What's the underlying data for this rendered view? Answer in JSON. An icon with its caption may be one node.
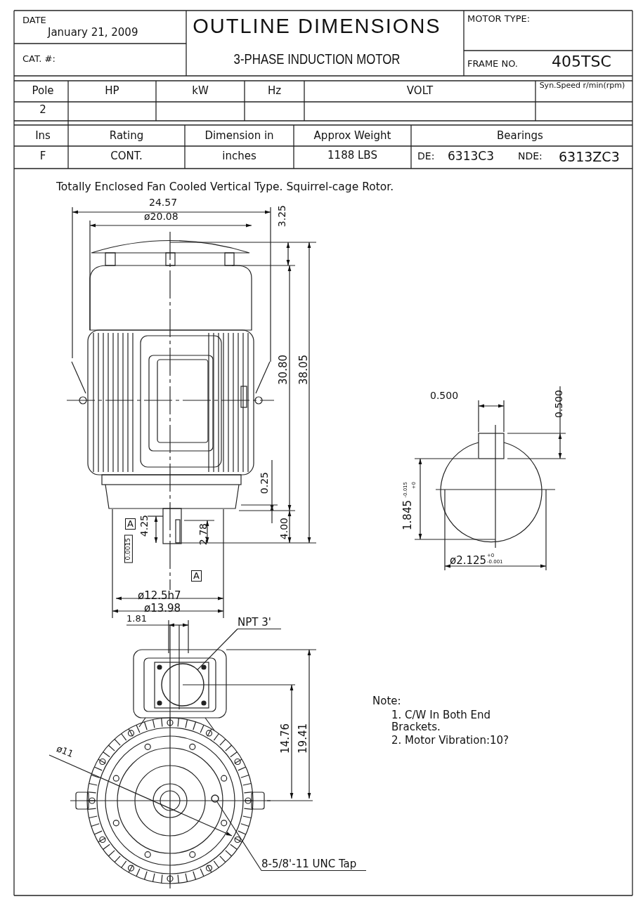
{
  "diagram": {
    "nodes": [
      {
        "text": [
          "NPT 3'"
        ]
      },
      {
        "text": [],
        "shape": "circle"
      },
      {
        "text": [
          "8-5/8'-11 UNC Tap"
        ]
      },
      {
        "text": [],
        "shape": "circle"
      }
    ],
    "edges": [
      {
        "from": 0,
        "to": 1,
        "arrow": "none"
      },
      {
        "from": 2,
        "to": 3,
        "arrow": "none"
      }
    ],
    "labels": [
      "DATE",
      "January 21, 2009",
      "OUTLINE DIMENSIONS",
      "MOTOR TYPE:",
      "CAT. #:",
      "3-PHASE INDUCTION MOTOR",
      "FRAME NO.",
      "405TSC",
      "Pole",
      "HP",
      "kW",
      "Hz",
      "VOLT",
      "Syn.Speed r/min(rpm)",
      "2",
      "Ins",
      "Rating",
      "Dimension in",
      "Approx Weight",
      "Bearings",
      "F",
      "CONT.",
      "inches",
      "1188 LBS",
      "DE:",
      "6313C3",
      "NDE:",
      "6313ZC3",
      "Totally Enclosed Fan Cooled Vertical Type. Squirrel-cage Rotor.",
      "24.57",
      "ø20.08",
      "3.25",
      "30.80",
      "38.05",
      "0.25",
      "A",
      "4.25",
      "0.0015",
      "2.78",
      "4.00",
      "A",
      "ø12.5h7",
      "ø13.98",
      "0.500",
      "0.500",
      "1.845",
      "+0",
      "-0.015",
      "ø2.125",
      "+0",
      "-0.001",
      "1.81",
      "14.76",
      "19.41",
      "ø11",
      "Note:",
      "1. C/W In Both End Brackets.",
      "2. Motor Vibration:10?"
    ]
  }
}
